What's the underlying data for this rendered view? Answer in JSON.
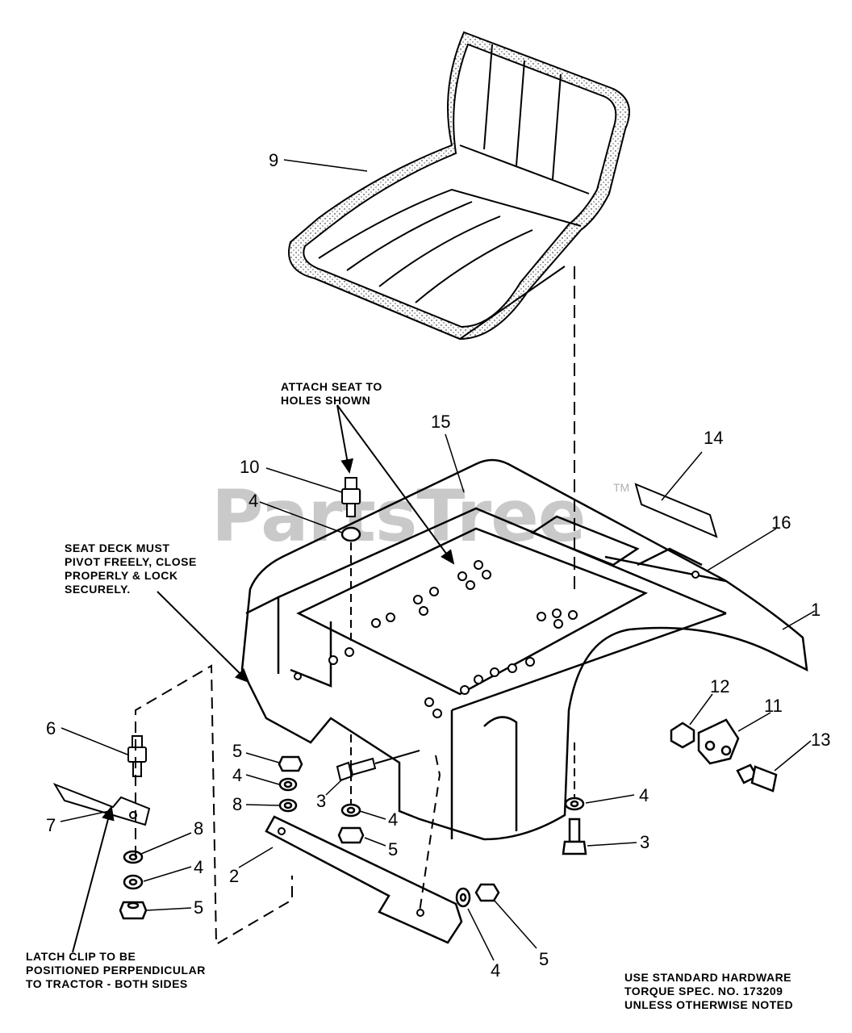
{
  "watermark": {
    "text": "PartsTree",
    "tm": "TM"
  },
  "callouts": {
    "c1": "1",
    "c2": "2",
    "c3a": "3",
    "c3b": "3",
    "c4a": "4",
    "c4b": "4",
    "c4c": "4",
    "c4d": "4",
    "c4e": "4",
    "c4f": "4",
    "c5a": "5",
    "c5b": "5",
    "c5c": "5",
    "c5d": "5",
    "c6": "6",
    "c7": "7",
    "c8a": "8",
    "c8b": "8",
    "c9": "9",
    "c10": "10",
    "c11": "11",
    "c12": "12",
    "c13": "13",
    "c14": "14",
    "c15": "15",
    "c16": "16"
  },
  "notes": {
    "attach_seat": [
      "ATTACH SEAT TO",
      "HOLES SHOWN"
    ],
    "seat_deck": [
      "SEAT DECK MUST",
      "PIVOT FREELY, CLOSE",
      "PROPERLY & LOCK",
      "SECURELY."
    ],
    "latch_clip": [
      "LATCH CLIP TO BE",
      "POSITIONED PERPENDICULAR",
      "TO TRACTOR - BOTH SIDES"
    ],
    "hardware": [
      "USE STANDARD HARDWARE",
      "TORQUE SPEC. NO. 173209",
      "UNLESS OTHERWISE NOTED"
    ]
  }
}
